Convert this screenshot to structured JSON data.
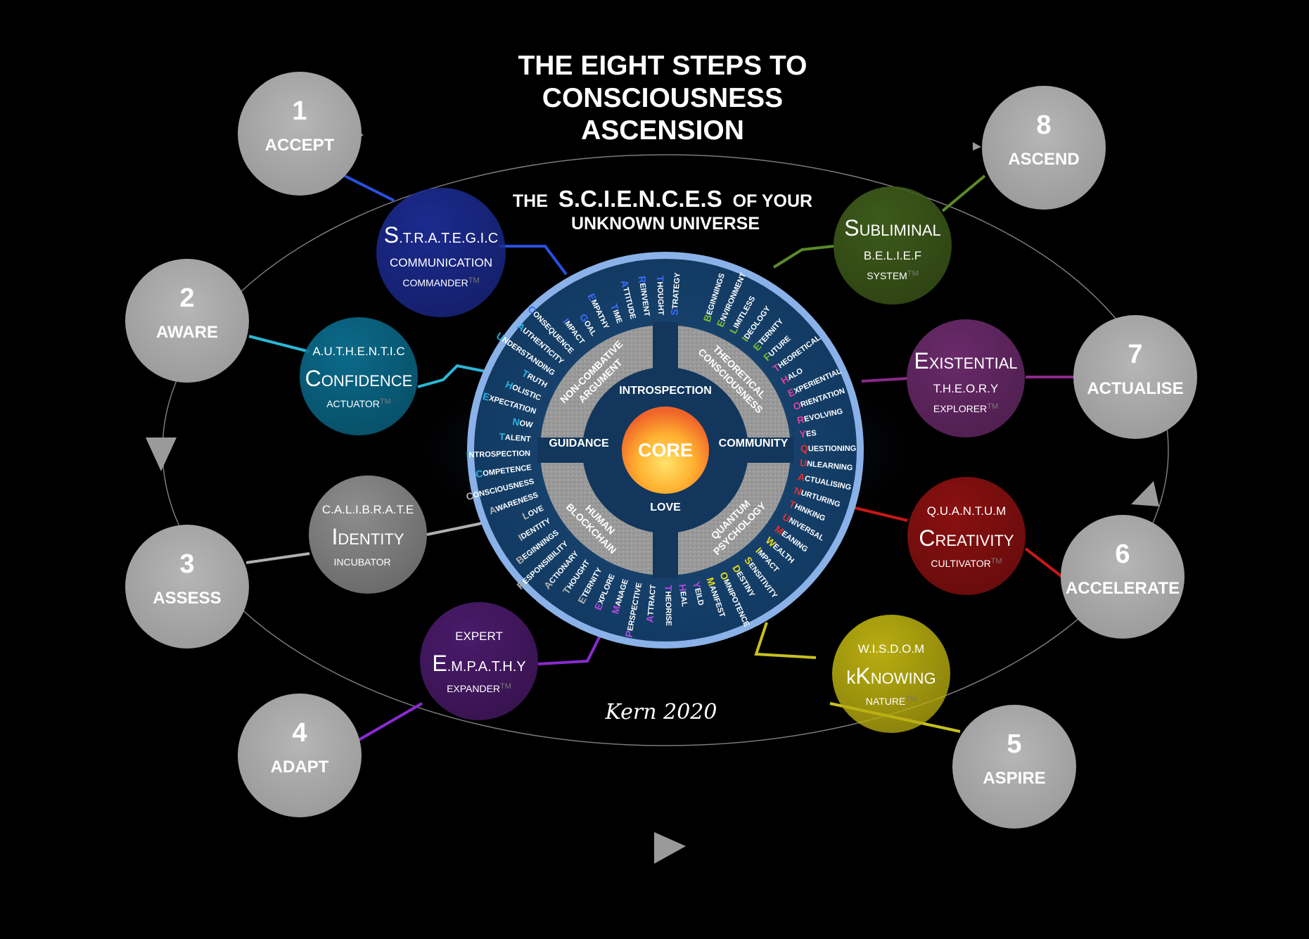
{
  "title": [
    "THE EIGHT STEPS TO",
    "CONSCIOUSNESS",
    "ASCENSION"
  ],
  "subtitle": {
    "prefix": "THE",
    "acronym": "S.C.I.E.N.C.E.S",
    "suffix": "OF YOUR",
    "line2": "UNKNOWN UNIVERSE"
  },
  "steps": [
    {
      "num": "1",
      "label": "ACCEPT"
    },
    {
      "num": "2",
      "label": "AWARE"
    },
    {
      "num": "3",
      "label": "ASSESS"
    },
    {
      "num": "4",
      "label": "ADAPT"
    },
    {
      "num": "5",
      "label": "ASPIRE"
    },
    {
      "num": "6",
      "label": "ACCELERATE"
    },
    {
      "num": "7",
      "label": "ACTUALISE"
    },
    {
      "num": "8",
      "label": "ASCEND"
    }
  ],
  "sciences": [
    {
      "top": "",
      "main_initial": "S",
      "main_rest": ".T.R.A.T.E.G.I.C",
      "second": "COMMUNICATION",
      "bottom": "COMMANDER",
      "tm": "TM",
      "color": "#1b2a8e"
    },
    {
      "top": "A.U.T.H.E.N.T.I.C",
      "main_initial": "C",
      "main_rest": "ONFIDENCE",
      "second": "",
      "bottom": "ACTUATOR",
      "tm": "TM",
      "color": "#0a6a8a"
    },
    {
      "top": "C.A.L.I.B.R.A.T.E",
      "main_initial": "I",
      "main_rest": "DENTITY",
      "second": "",
      "bottom": "INCUBATOR",
      "tm": "TM",
      "color": "#8d8d8d"
    },
    {
      "top": "EXPERT",
      "main_initial": "E",
      "main_rest": ".M.P.A.T.H.Y",
      "second": "",
      "bottom": "EXPANDER",
      "tm": "TM",
      "color": "#4a1a6a"
    },
    {
      "top": "W.I.S.D.O.M",
      "main_initial": "K",
      "main_rest": "NOWING",
      "main_prefix": "k",
      "second": "",
      "bottom": "NATURE",
      "tm": "TM",
      "color": "#b8ad10"
    },
    {
      "top": "Q.U.A.N.T.U.M",
      "main_initial": "C",
      "main_rest": "REATIVITY",
      "second": "",
      "bottom": "CULTIVATOR",
      "tm": "TM",
      "color": "#8a1010"
    },
    {
      "top": "",
      "main_initial": "E",
      "main_rest": "XISTENTIAL",
      "second": "T.H.E.O.R.Y",
      "bottom": "EXPLORER",
      "tm": "TM",
      "color": "#6a2a6a"
    },
    {
      "top": "",
      "main_initial": "S",
      "main_rest": "UBLIMINAL",
      "second": "B.E.L.I.E.F",
      "bottom": "SYSTEM",
      "tm": "TM",
      "color": "#3d5a1a"
    }
  ],
  "wheel": {
    "core": "CORE",
    "spokes": {
      "top": "INTROSPECTION",
      "left": "GUIDANCE",
      "right": "COMMUNITY",
      "bottom": "LOVE"
    },
    "quadrants": [
      [
        "NON-COMBATIVE",
        "ARGUMENT"
      ],
      [
        "THEORETICAL",
        "CONSCIOUSNESS"
      ],
      [
        "QUANTUM",
        "PSYCHOLOGY"
      ],
      [
        "HUMAN",
        "BLOCKCHAIN"
      ]
    ],
    "ring_words": [
      {
        "text": "STRATEGY",
        "color": "#3a6bff"
      },
      {
        "text": "THOUGHT",
        "color": "#3a6bff"
      },
      {
        "text": "REINVENT",
        "color": "#3a6bff"
      },
      {
        "text": "ATTITUDE",
        "color": "#3a6bff"
      },
      {
        "text": "TIME",
        "color": "#3a6bff"
      },
      {
        "text": "EMPATHY",
        "color": "#3a6bff"
      },
      {
        "text": "GOAL",
        "color": "#3a6bff"
      },
      {
        "text": "IMPACT",
        "color": "#3a6bff"
      },
      {
        "text": "CONSEQUENCE",
        "color": "#3a6bff"
      },
      {
        "text": "AUTHENTICITY",
        "color": "#2ab4e0"
      },
      {
        "text": "UNDERSTANDING",
        "color": "#2ab4e0"
      },
      {
        "text": "TRUTH",
        "color": "#2ab4e0"
      },
      {
        "text": "HOLISTIC",
        "color": "#2ab4e0"
      },
      {
        "text": "EXPECTATION",
        "color": "#2ab4e0"
      },
      {
        "text": "NOW",
        "color": "#2ab4e0"
      },
      {
        "text": "TALENT",
        "color": "#2ab4e0"
      },
      {
        "text": "INTROSPECTION",
        "color": "#2ab4e0"
      },
      {
        "text": "COMPETENCE",
        "color": "#2ab4e0"
      },
      {
        "text": "CONSCIOUSNESS",
        "color": "#b0b0b0"
      },
      {
        "text": "AWARENESS",
        "color": "#b0b0b0"
      },
      {
        "text": "LOVE",
        "color": "#b0b0b0"
      },
      {
        "text": "IDENTITY",
        "color": "#b0b0b0"
      },
      {
        "text": "BEGINNINGS",
        "color": "#b0b0b0"
      },
      {
        "text": "RESPONSIBILITY",
        "color": "#b0b0b0"
      },
      {
        "text": "ACTIONARY",
        "color": "#b0b0b0"
      },
      {
        "text": "THOUGHT",
        "color": "#b0b0b0"
      },
      {
        "text": "ETERNITY",
        "color": "#b0b0b0"
      },
      {
        "text": "EXPLORE",
        "color": "#b04ae0"
      },
      {
        "text": "MANAGE",
        "color": "#b04ae0"
      },
      {
        "text": "PERSPECTIVE",
        "color": "#b04ae0"
      },
      {
        "text": "ATTRACT",
        "color": "#b04ae0"
      },
      {
        "text": "THEORISE",
        "color": "#b04ae0"
      },
      {
        "text": "HEAL",
        "color": "#b04ae0"
      },
      {
        "text": "YEILD",
        "color": "#b04ae0"
      },
      {
        "text": "MANIFEST",
        "color": "#e8d820"
      },
      {
        "text": "OMNIPOTENCE",
        "color": "#e8d820"
      },
      {
        "text": "DESTINY",
        "color": "#e8d820"
      },
      {
        "text": "SENSITIVITY",
        "color": "#e8d820"
      },
      {
        "text": "IMPACT",
        "color": "#e8d820"
      },
      {
        "text": "WEALTH",
        "color": "#e8d820"
      },
      {
        "text": "MEANING",
        "color": "#e03030"
      },
      {
        "text": "UNIVERSAL",
        "color": "#e03030"
      },
      {
        "text": "THINKING",
        "color": "#e03030"
      },
      {
        "text": "NURTURING",
        "color": "#e03030"
      },
      {
        "text": "ACTUALISING",
        "color": "#e03030"
      },
      {
        "text": "UNLEARNING",
        "color": "#e03030"
      },
      {
        "text": "QUESTIONING",
        "color": "#e03030"
      },
      {
        "text": "YES",
        "color": "#e040a0"
      },
      {
        "text": "REVOLVING",
        "color": "#e040a0"
      },
      {
        "text": "ORIENTATION",
        "color": "#e040a0"
      },
      {
        "text": "EXPERIENTIAL",
        "color": "#e040a0"
      },
      {
        "text": "HALO",
        "color": "#e040a0"
      },
      {
        "text": "THEORETICAL",
        "color": "#e040a0"
      },
      {
        "text": "FUTURE",
        "color": "#7ac030"
      },
      {
        "text": "ETERNITY",
        "color": "#7ac030"
      },
      {
        "text": "IDEOLOGY",
        "color": "#7ac030"
      },
      {
        "text": "LIMITLESS",
        "color": "#7ac030"
      },
      {
        "text": "ENVIRONMENT",
        "color": "#7ac030"
      },
      {
        "text": "BEGINNINGS",
        "color": "#7ac030"
      }
    ]
  },
  "signature": "Kern 2020"
}
